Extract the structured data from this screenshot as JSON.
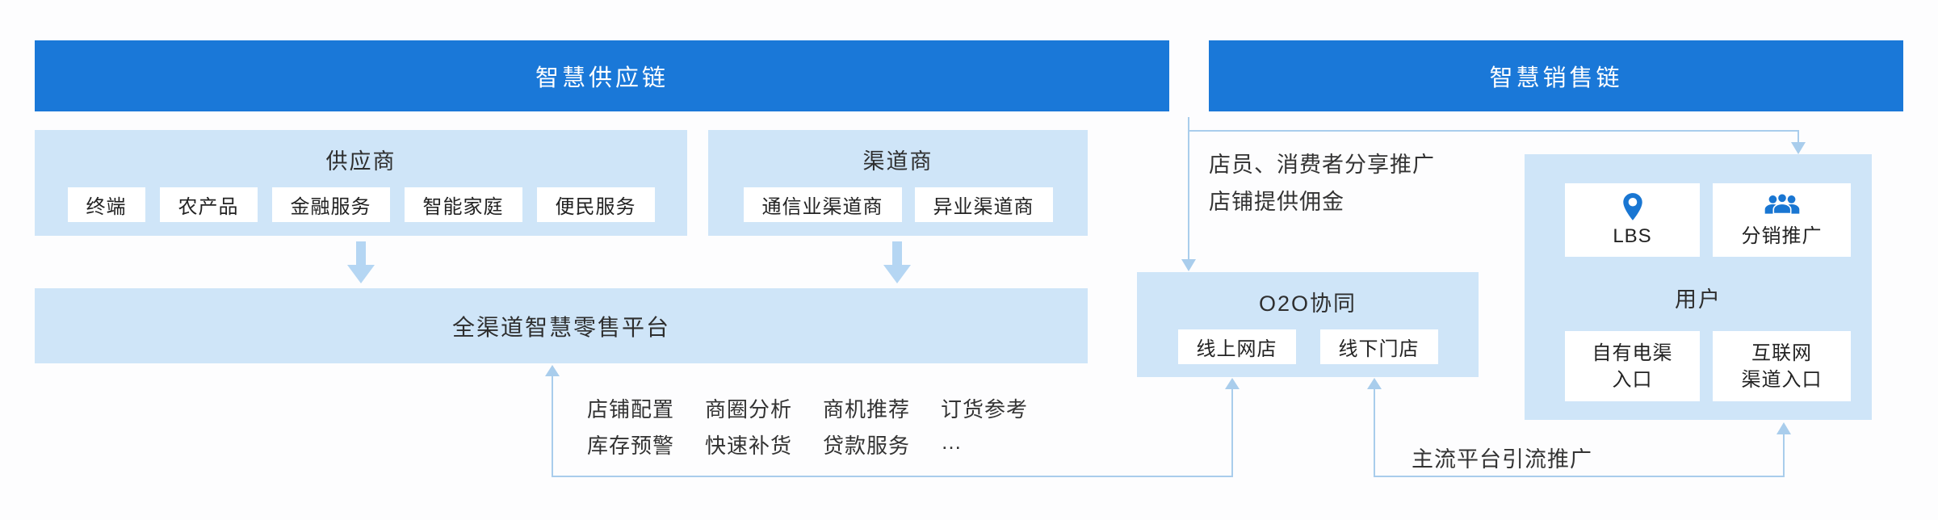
{
  "colors": {
    "header_blue": "#1a78d8",
    "panel_blue": "#cfe5f8",
    "connector_blue": "#a9cdec",
    "arrow_blue": "#b5d6f3",
    "icon_blue": "#1976d2",
    "text_dark": "#333333"
  },
  "headers": {
    "supply_chain": "智慧供应链",
    "sales_chain": "智慧销售链"
  },
  "supplier_panel": {
    "title": "供应商",
    "items": [
      "终端",
      "农产品",
      "金融服务",
      "智能家庭",
      "便民服务"
    ]
  },
  "channel_panel": {
    "title": "渠道商",
    "items": [
      "通信业渠道商",
      "异业渠道商"
    ]
  },
  "platform_bar": {
    "label": "全渠道智慧零售平台"
  },
  "platform_features": {
    "line1": [
      "店铺配置",
      "商圈分析",
      "商机推荐",
      "订货参考"
    ],
    "line2": [
      "库存预警",
      "快速补货",
      "贷款服务",
      "…"
    ]
  },
  "o2o_panel": {
    "title": "O2O协同",
    "items": [
      "线上网店",
      "线下门店"
    ]
  },
  "user_panel": {
    "title": "用户",
    "lbs_label": "LBS",
    "distribution_label": "分销推广",
    "own_channel_label": "自有电渠\n入口",
    "internet_channel_label": "互联网\n渠道入口"
  },
  "annotations": {
    "share_promo_line1": "店员、消费者分享推广",
    "share_promo_line2": "店铺提供佣金",
    "platform_promo": "主流平台引流推广"
  },
  "icons": {
    "lbs": "location-pin-icon",
    "distribution": "people-group-icon"
  }
}
